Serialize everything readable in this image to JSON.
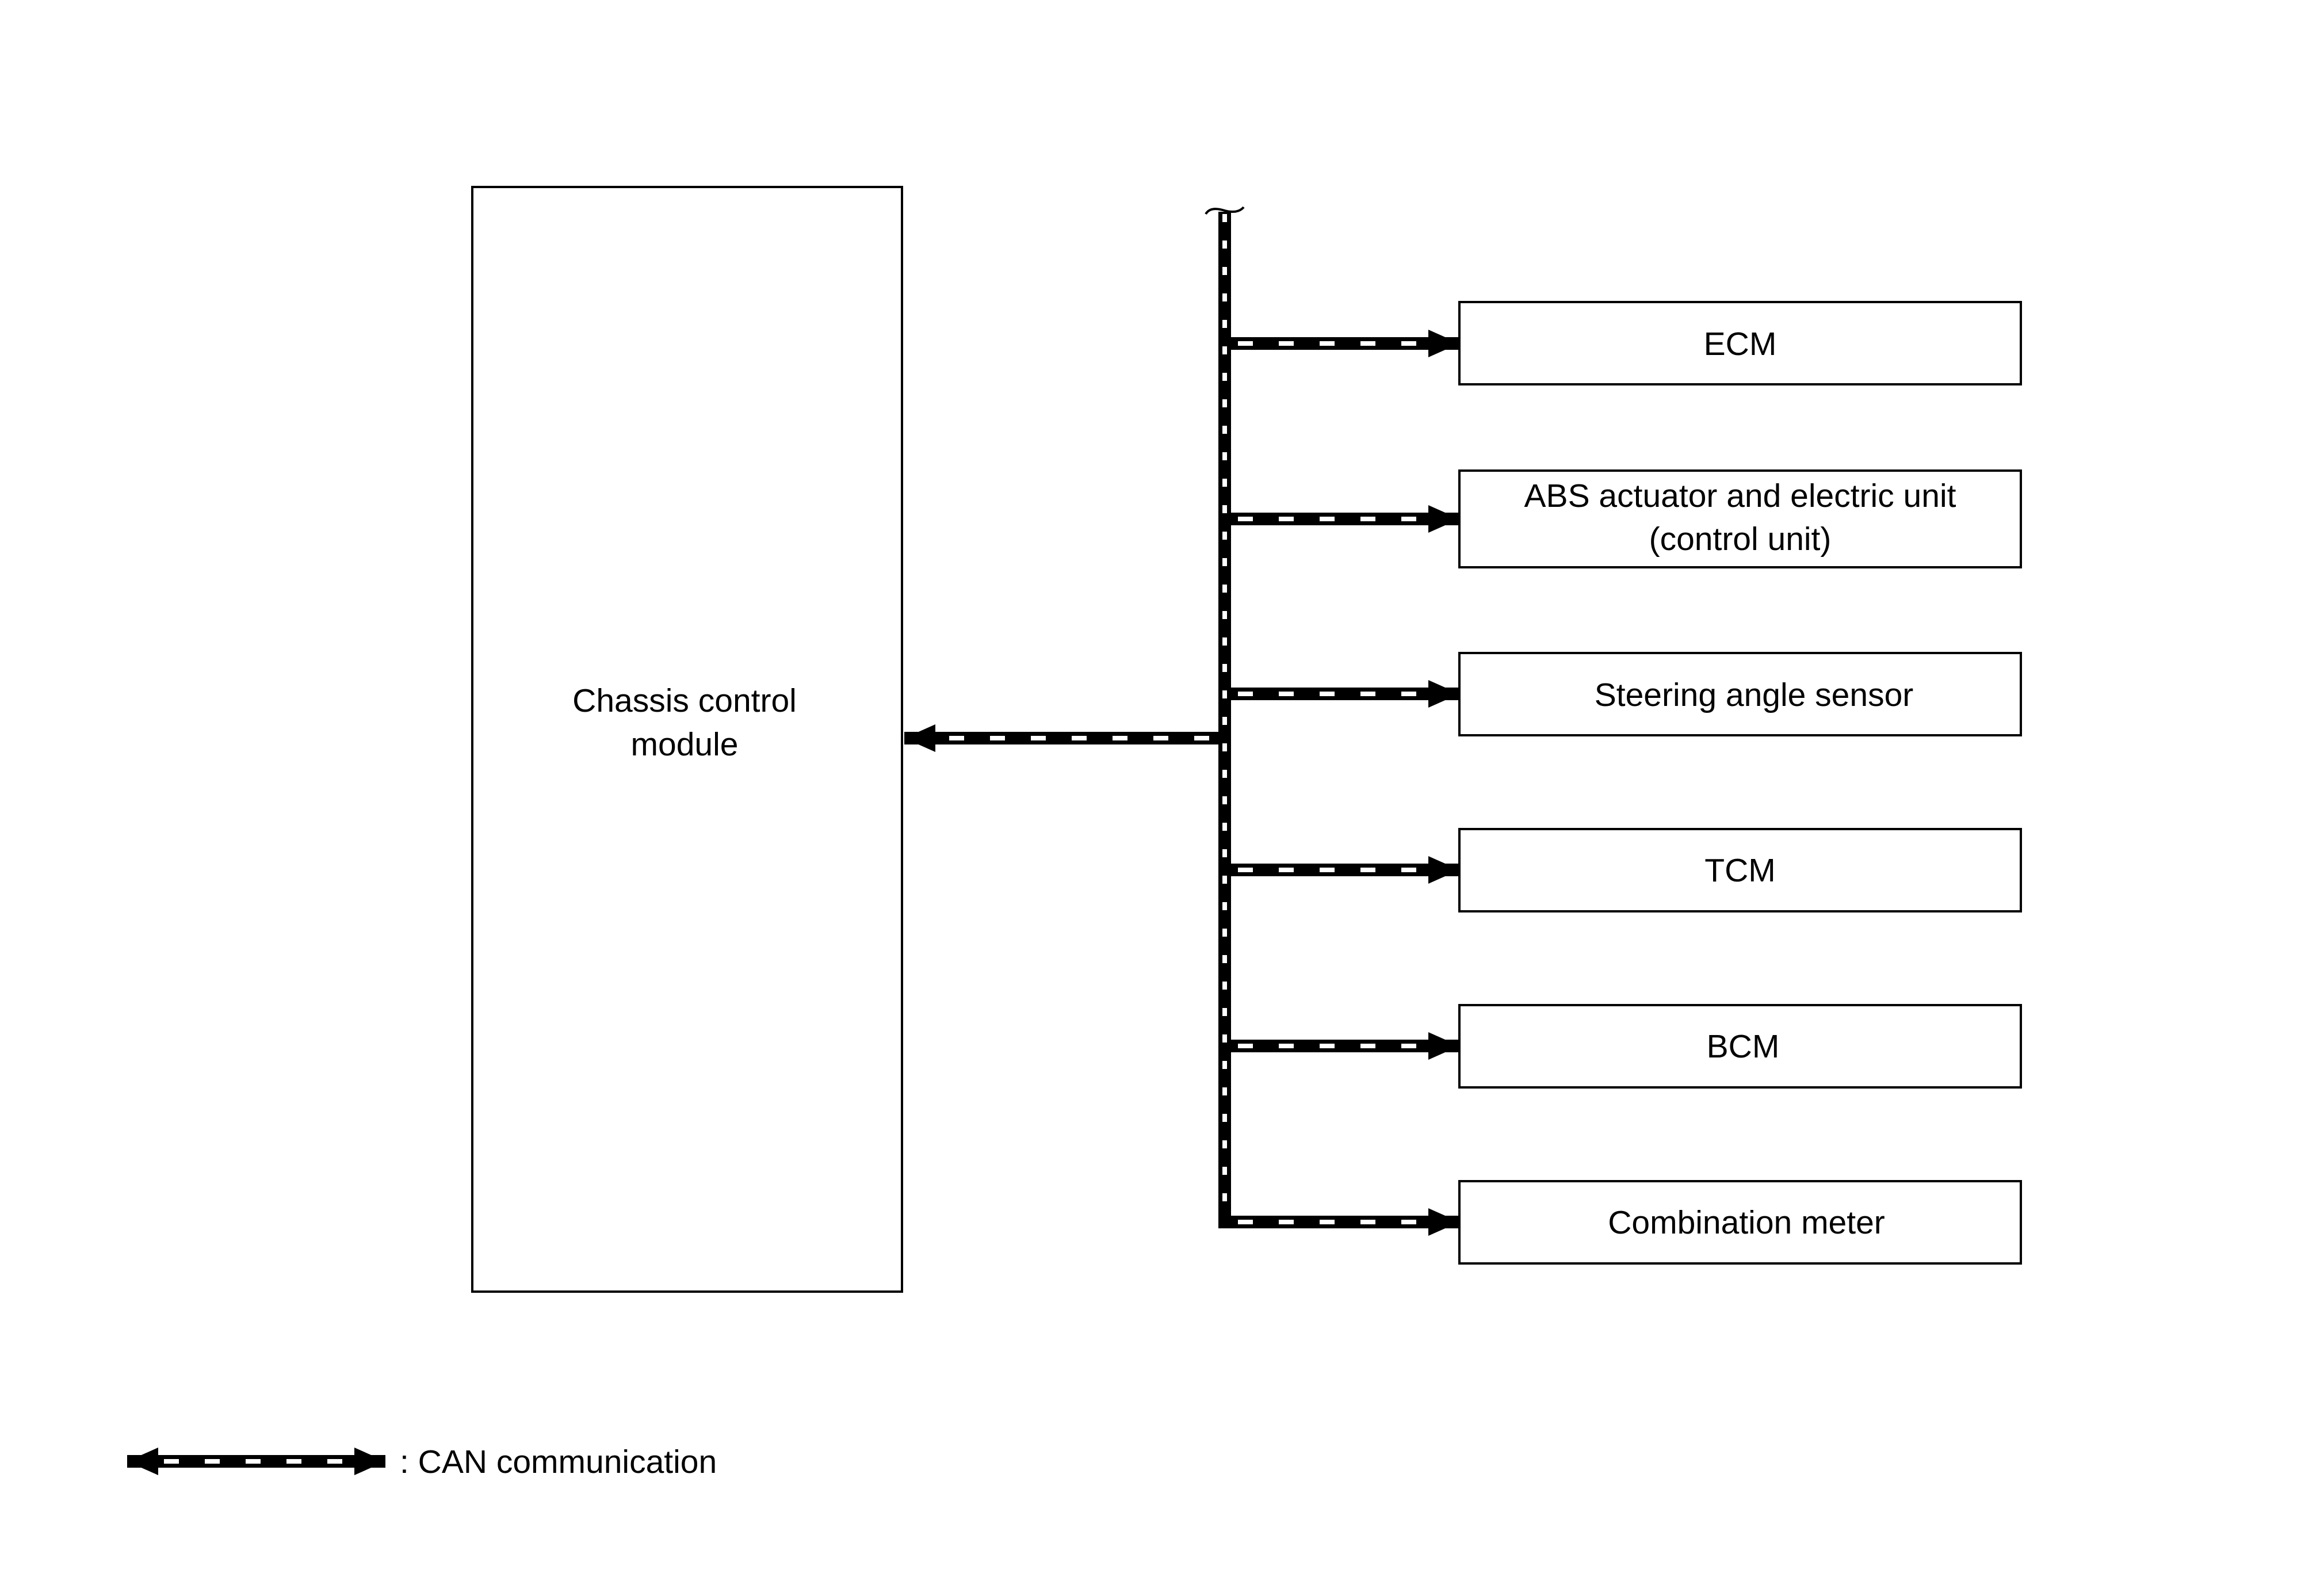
{
  "diagram": {
    "module": {
      "line1": "Chassis control",
      "line2": "module"
    },
    "units": [
      {
        "line1": "ECM",
        "line2": ""
      },
      {
        "line1": "ABS actuator and electric unit",
        "line2": "(control unit)"
      },
      {
        "line1": "Steering angle sensor",
        "line2": ""
      },
      {
        "line1": "TCM",
        "line2": ""
      },
      {
        "line1": "BCM",
        "line2": ""
      },
      {
        "line1": "Combination meter",
        "line2": ""
      }
    ],
    "legend": {
      "label": ": CAN communication"
    },
    "colors": {
      "line": "#000000",
      "background": "#ffffff"
    }
  }
}
